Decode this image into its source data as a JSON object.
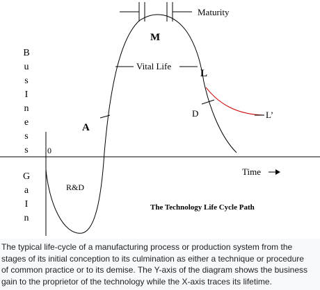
{
  "diagram": {
    "title": "The Technology Life Cycle Path",
    "y_axis_letters": [
      "B",
      "u",
      "s",
      "I",
      "n",
      "e",
      "s",
      "s",
      "G",
      "a",
      "I",
      "n"
    ],
    "origin_label": "0",
    "x_axis_label": "Time",
    "labels": {
      "maturity": "Maturity",
      "m": "M",
      "vital_life": "Vital Life",
      "l": "L",
      "d": "D",
      "l_prime": "L’",
      "a": "A",
      "rd": "R&D"
    },
    "colors": {
      "curve": "#000000",
      "alternate_path": "#cc0000"
    }
  },
  "caption": {
    "lines": [
      "The typical life-cycle of a manufacturing process or production system from the",
      "stages of its initial conception to its culmination as either a technique or procedure",
      "of common practice or to its demise. The Y-axis of the diagram shows the business",
      "gain to the proprietor of the technology while the X-axis traces its lifetime."
    ]
  }
}
